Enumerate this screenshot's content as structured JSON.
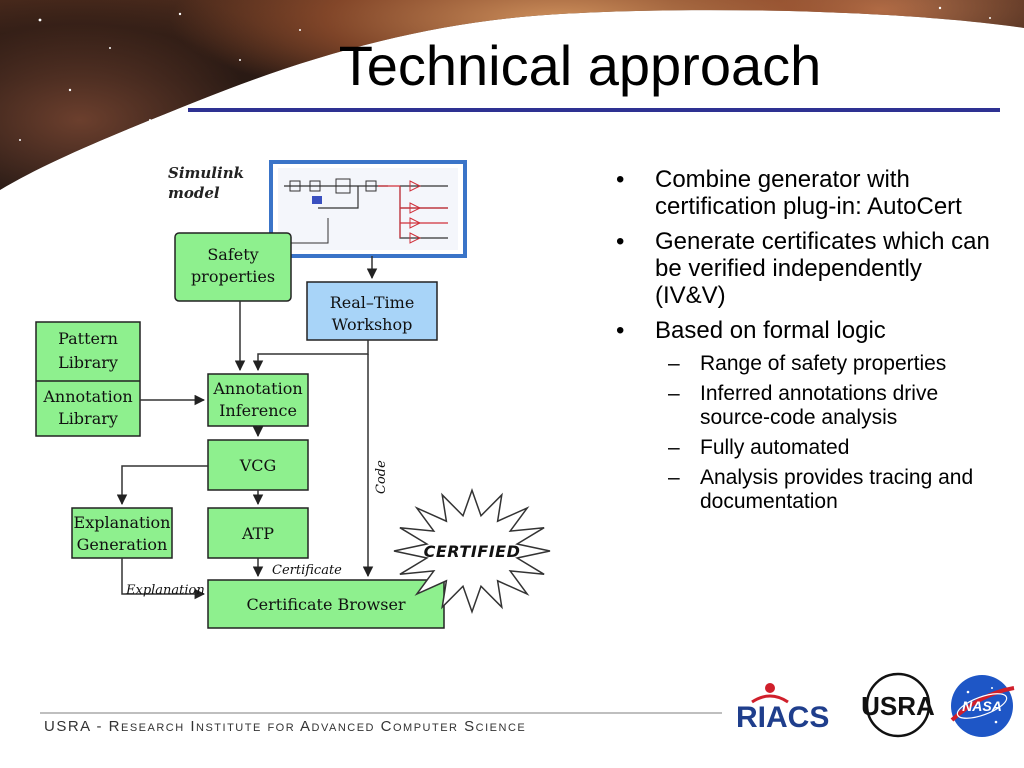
{
  "title": "Technical approach",
  "bullets": [
    {
      "text": "Combine generator with certification plug-in: AutoCert",
      "sub": []
    },
    {
      "text": "Generate certificates which can be verified independently\n(IV&V)",
      "sub": []
    },
    {
      "text": "Based on formal logic",
      "sub": [
        "Range of safety properties",
        "Inferred annotations drive source-code analysis",
        "Fully automated",
        "Analysis provides tracing and documentation"
      ]
    }
  ],
  "diagram": {
    "simulink_label": "Simulink\nmodel",
    "safety": "Safety\nproperties",
    "rtw": "Real–Time\nWorkshop",
    "pattern": "Pattern\nLibrary",
    "annotation_lib": "Annotation\nLibrary",
    "annotation_inf": "Annotation\nInference",
    "vcg": "VCG",
    "atp": "ATP",
    "explanation_gen": "Explanation\nGeneration",
    "cert_browser": "Certificate Browser",
    "code_label": "Code",
    "certificate_label": "Certificate",
    "explanation_label": "Explanation",
    "certified": "CERTIFIED"
  },
  "footer": "USRA - Research Institute for Advanced Computer Science",
  "logos": {
    "riacs": "RIACS",
    "usra": "USRA",
    "nasa": "NASA"
  },
  "colors": {
    "accent_rule": "#2e3192",
    "box_green": "#8ef08e",
    "box_blue": "#a8d4f8",
    "riacs_blue": "#1f3e8c",
    "riacs_red": "#d01f2b",
    "nasa_blue": "#1e56c6"
  }
}
